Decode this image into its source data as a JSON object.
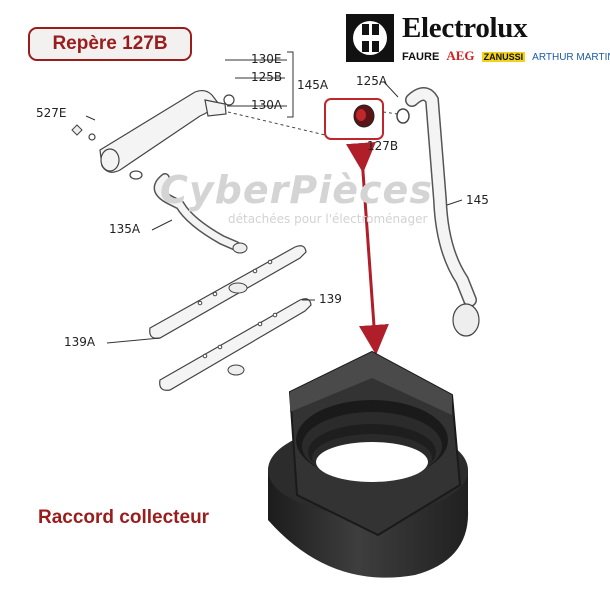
{
  "badge": {
    "text": "Repère 127B"
  },
  "caption": {
    "text": "Raccord collecteur"
  },
  "brand": {
    "name": "Electrolux",
    "sub_brands": [
      "FAURE",
      "AEG",
      "ZANUSSI",
      "ARTHUR MARTIN"
    ],
    "icon": "electrolux-logo-icon"
  },
  "watermark": {
    "title": "CyberPièces",
    "subtitle": "détachées pour l'électroménager"
  },
  "part_labels": {
    "p130E": "130E",
    "p125B": "125B",
    "p130A": "130A",
    "p145A": "145A",
    "p125A": "125A",
    "p527E": "527E",
    "p127B": "127B",
    "p145": "145",
    "p135A": "135A",
    "p139": "139",
    "p139A": "139A"
  },
  "colors": {
    "accent": "#9a1d1d",
    "highlight_box": "#c0272d",
    "arrow": "#b01e2a"
  }
}
